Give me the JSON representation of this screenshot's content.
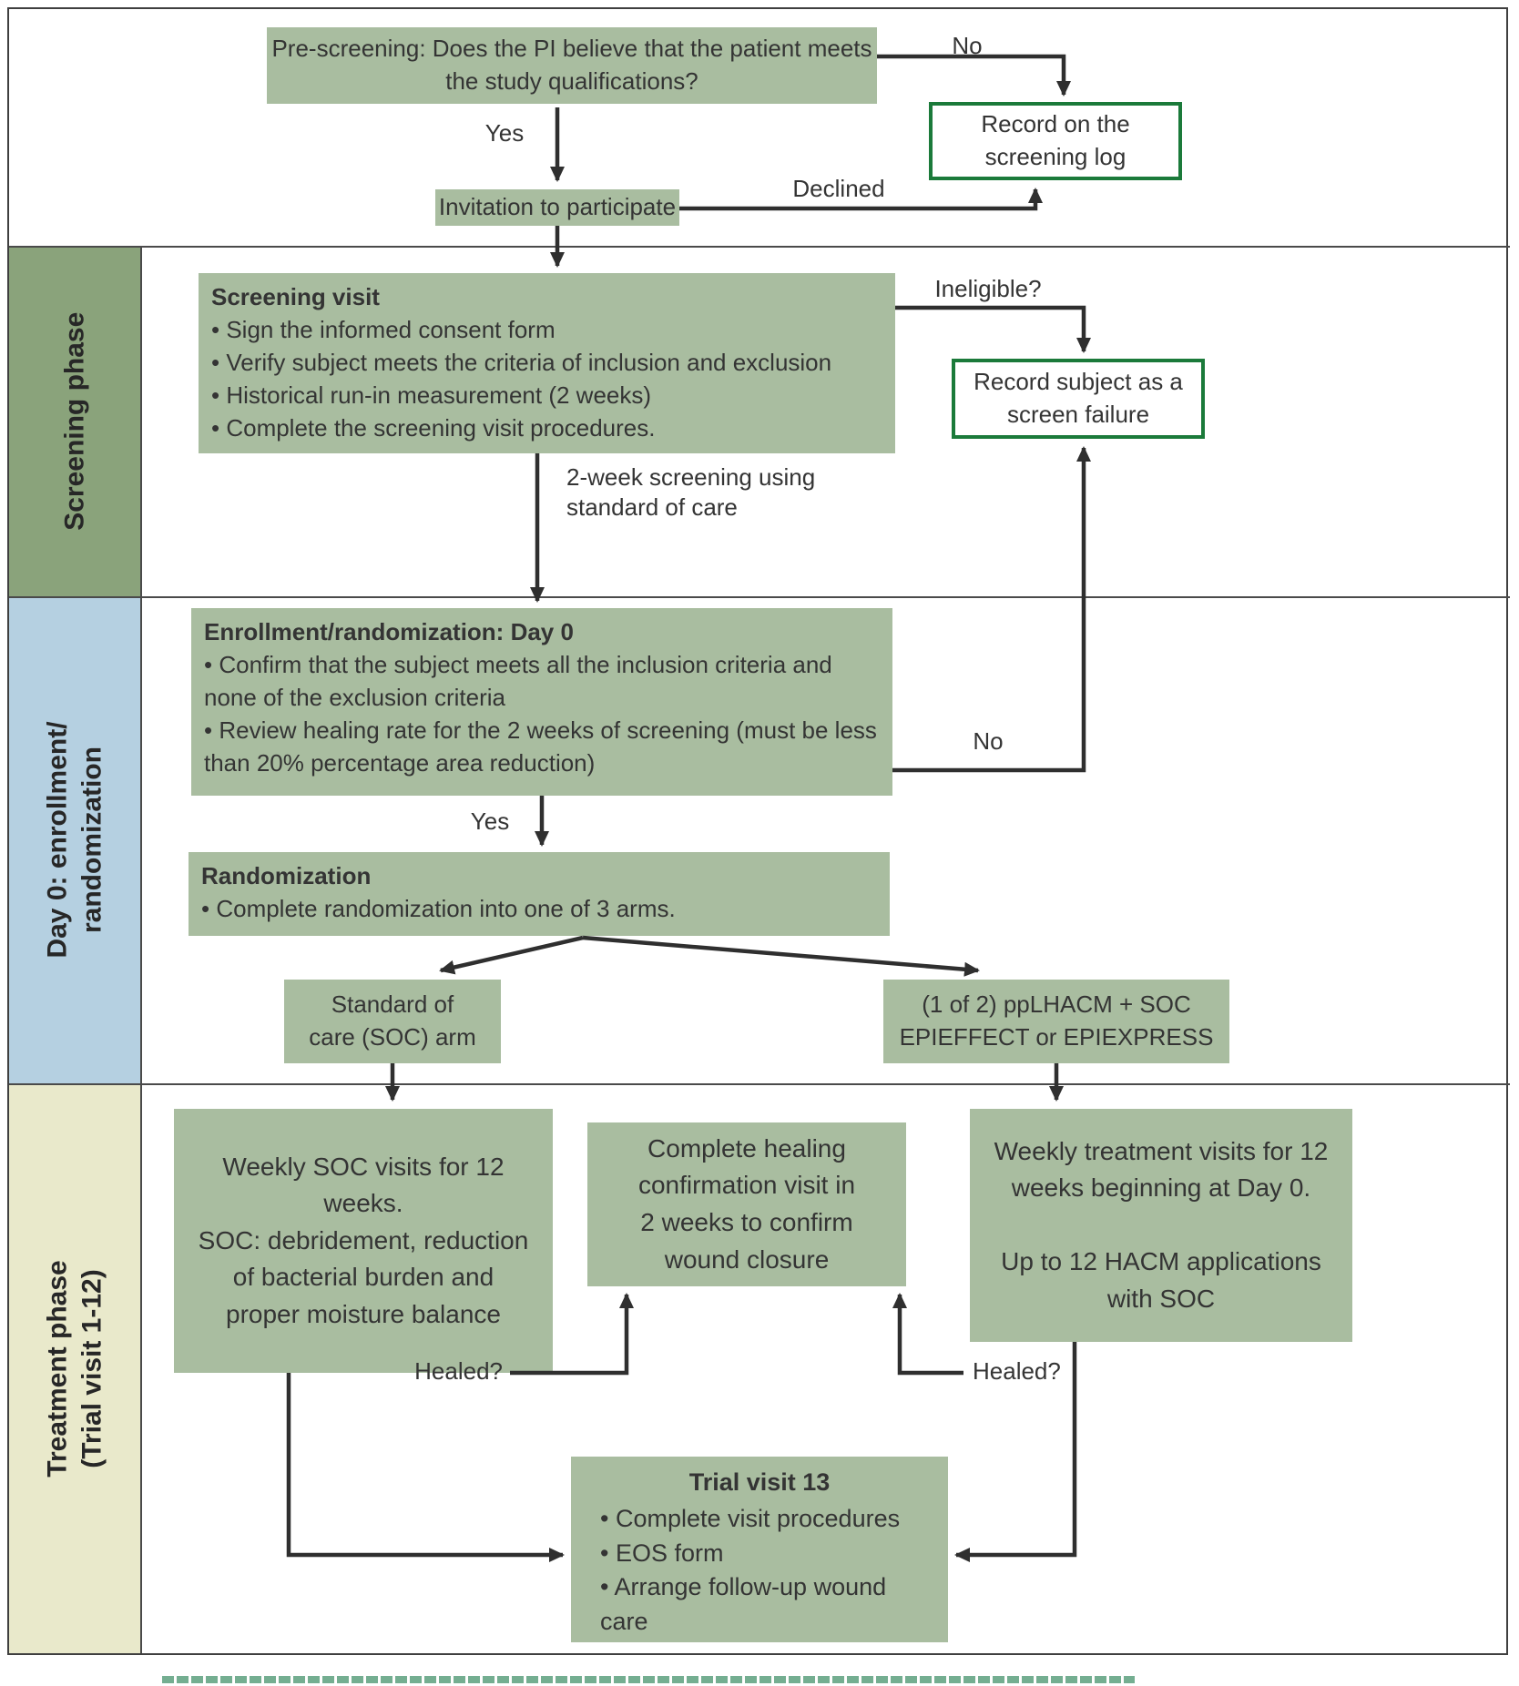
{
  "palette": {
    "box_green": "#a9bda0",
    "sidebar_green": "#8aa37b",
    "sidebar_blue": "#b5d0e1",
    "sidebar_cream": "#e9e9cb",
    "outline_green": "#1b7a3a",
    "line_dark": "#2f2f2f"
  },
  "phases": {
    "screening_label": "Screening phase",
    "day0_label": "Day 0: enrollment/\nrandomization",
    "treatment_label": "Treatment phase\n(Trial visit 1-12)"
  },
  "prescreening": {
    "question": "Pre-screening: Does the PI believe that the patient meets\nthe study qualifications?",
    "yes_label": "Yes",
    "no_label": "No",
    "declined_label": "Declined",
    "record_log": "Record on the\nscreening log",
    "invitation": "Invitation to participate"
  },
  "screening": {
    "title": "Screening visit",
    "bullets": [
      "• Sign the informed consent form",
      "• Verify subject meets the criteria of inclusion and exclusion",
      "• Historical run-in measurement (2 weeks)",
      "• Complete the screening visit procedures."
    ],
    "ineligible_label": "Ineligible?",
    "screen_failure": "Record subject as a\nscreen failure",
    "transition_label": "2-week screening using\nstandard of care"
  },
  "day0": {
    "enrollment_title": "Enrollment/randomization: Day 0",
    "enrollment_bullets": [
      "• Confirm that the subject meets all the inclusion criteria and none of the exclusion criteria",
      "• Review healing rate for the 2 weeks of screening (must be less than 20% percentage area reduction)"
    ],
    "no_label": "No",
    "yes_label": "Yes",
    "randomization_title": "Randomization",
    "randomization_bullet": "• Complete randomization into one of 3 arms.",
    "soc_arm": "Standard of\ncare (SOC) arm",
    "hacm_arm": "(1 of 2) ppLHACM + SOC\nEPIEFFECT or EPIEXPRESS"
  },
  "treatment": {
    "soc_box": "Weekly SOC visits for 12\nweeks.\nSOC: debridement, reduction\nof bacterial burden and\nproper moisture balance",
    "healing_box": "Complete healing\nconfirmation visit in\n2 weeks to confirm\nwound closure",
    "hacm_box": "Weekly treatment visits for 12\nweeks beginning at Day 0.\n\nUp to 12 HACM applications\nwith SOC",
    "healed_left_label": "Healed?",
    "healed_right_label": "Healed?",
    "trial13_title": "Trial visit 13",
    "trial13_bullets": [
      "• Complete visit procedures",
      "• EOS form",
      "• Arrange follow-up wound\ncare"
    ]
  }
}
